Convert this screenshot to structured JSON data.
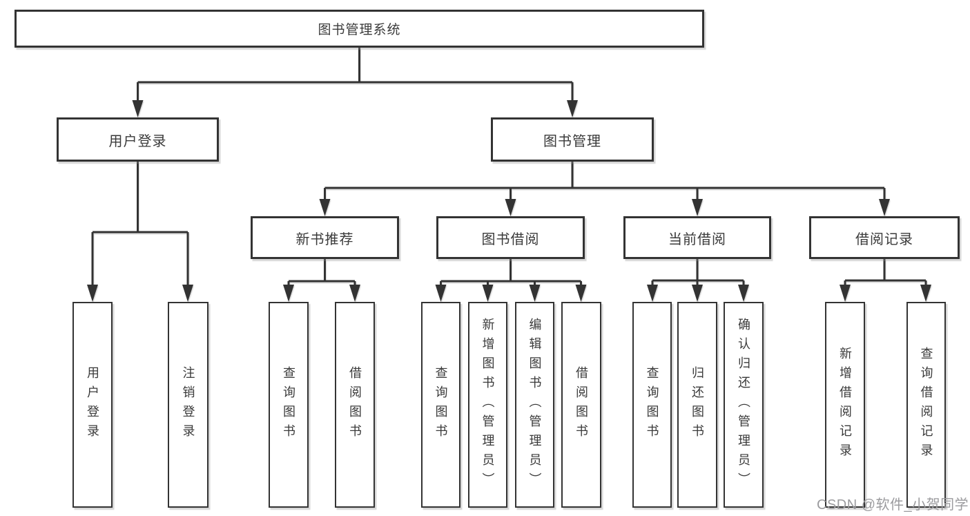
{
  "colors": {
    "line": "#333333",
    "box_border": "#333333",
    "box_fill": "#ffffff",
    "text": "#3a3a3a",
    "watermark": "#9b9b9e",
    "background": "#ffffff"
  },
  "watermark": "CSDN @软件_小贺同学",
  "tree": {
    "root": {
      "label": "图书管理系统"
    },
    "children": [
      {
        "label": "用户登录",
        "children": [
          {
            "label": "用户登录"
          },
          {
            "label": "注销登录"
          }
        ]
      },
      {
        "label": "图书管理",
        "children": [
          {
            "label": "新书推荐",
            "children": [
              {
                "label": "查询图书"
              },
              {
                "label": "借阅图书"
              }
            ]
          },
          {
            "label": "图书借阅",
            "children": [
              {
                "label": "查询图书"
              },
              {
                "label": "新增图书（管理员）"
              },
              {
                "label": "编辑图书（管理员）"
              },
              {
                "label": "借阅图书"
              }
            ]
          },
          {
            "label": "当前借阅",
            "children": [
              {
                "label": "查询图书"
              },
              {
                "label": "归还图书"
              },
              {
                "label": "确认归还（管理员）"
              }
            ]
          },
          {
            "label": "借阅记录",
            "children": [
              {
                "label": "新增借阅记录"
              },
              {
                "label": "查询借阅记录"
              }
            ]
          }
        ]
      }
    ]
  }
}
